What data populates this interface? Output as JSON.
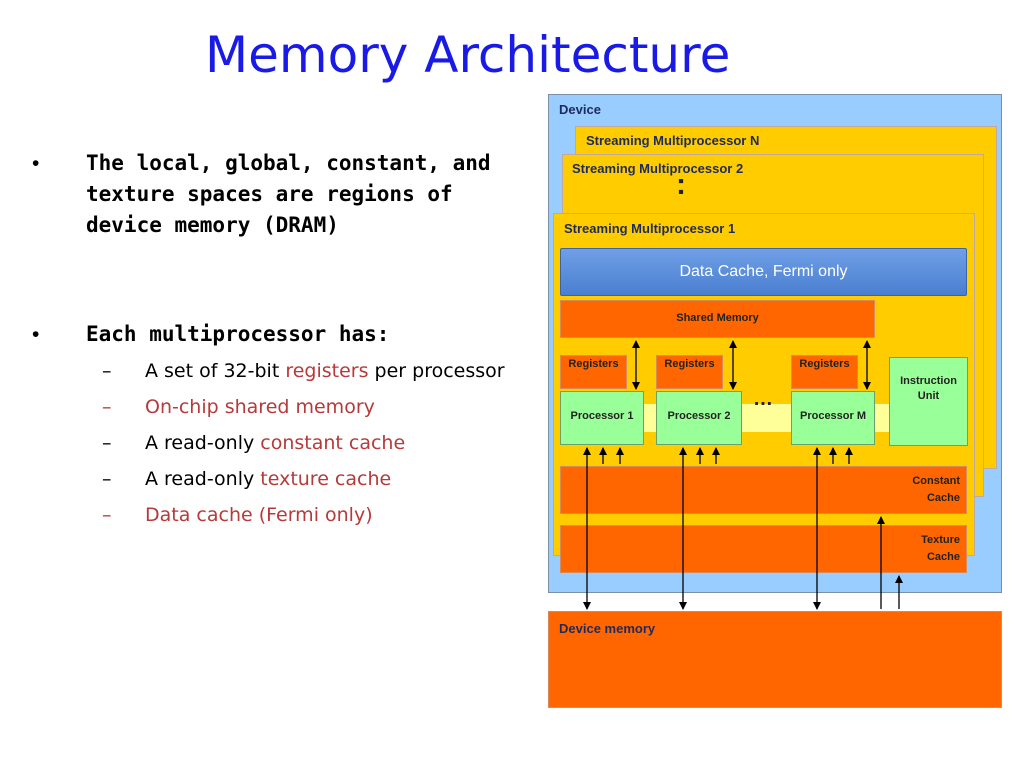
{
  "title": "Memory Architecture",
  "bullets": [
    {
      "text": "The local, global, constant, and texture spaces are regions of device memory (DRAM)"
    },
    {
      "text": "Each multiprocessor has:"
    }
  ],
  "sub_bullets": [
    {
      "prefix": "A set of 32-bit ",
      "highlight": "registers",
      "suffix": " per processor"
    },
    {
      "prefix": "",
      "highlight": "On-chip shared memory",
      "suffix": ""
    },
    {
      "prefix": "A read-only ",
      "highlight": "constant cache",
      "suffix": ""
    },
    {
      "prefix": "A read-only ",
      "highlight": "texture cache",
      "suffix": ""
    },
    {
      "prefix": "",
      "highlight": "Data cache (Fermi only)",
      "suffix": ""
    }
  ],
  "bullet_glyph": "•",
  "dash_glyph": "–",
  "diagram": {
    "device_label": "Device",
    "sm_n_label": "Streaming Multiprocessor N",
    "sm_2_label": "Streaming Multiprocessor 2",
    "sm_1_label": "Streaming Multiprocessor 1",
    "vertical_dots": ":",
    "data_cache_label": "Data Cache, Fermi only",
    "shared_memory_label": "Shared Memory",
    "registers_label": "Registers",
    "processor_1_label": "Processor 1",
    "processor_2_label": "Processor 2",
    "processor_m_label": "Processor M",
    "ellipsis": "…",
    "instruction_unit_label": "Instruction Unit",
    "constant_cache_label": "Constant Cache",
    "texture_cache_label": "Texture Cache",
    "device_memory_label": "Device memory"
  },
  "colors": {
    "title": "#1a1ae6",
    "highlight": "#b53a3a",
    "device_bg": "#99ccff",
    "sm_bg": "#ffcc00",
    "orange": "#ff6600",
    "green": "#99ff99",
    "blue": "#5b8ed8",
    "light_yellow": "#ffff99"
  }
}
